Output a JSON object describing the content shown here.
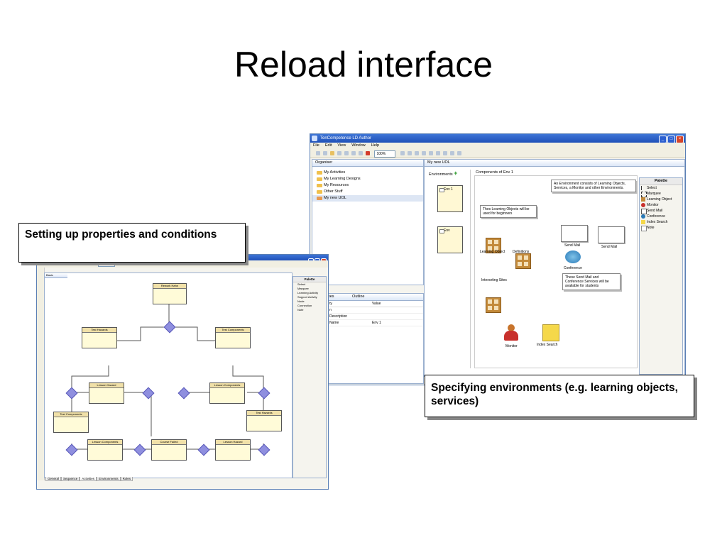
{
  "slide": {
    "title": "Reload interface"
  },
  "main_window": {
    "title": "TenCompetence LD Author",
    "menu": [
      "File",
      "Edit",
      "View",
      "Window",
      "Help"
    ],
    "zoom": "100%",
    "organiser": {
      "tab": "Organiser",
      "items": [
        "My Activities",
        "My Learning Designs",
        "My Resources",
        "Other Stuff",
        "My new UOL"
      ]
    },
    "properties": {
      "tab_properties": "perties",
      "tab_outline": "Outline",
      "col_property": "ty",
      "col_value": "Value",
      "rows": [
        {
          "property": "n",
          "value": ""
        },
        {
          "property": "Description",
          "value": ""
        },
        {
          "property": "Name",
          "value": "Env 1"
        }
      ]
    },
    "editor": {
      "tab": "My new UOL",
      "environments_label": "Environments",
      "env_boxes": [
        "Env 1",
        "Env"
      ],
      "components_title": "Components of Env 1",
      "note_env": "An Environment consists of Learning Objects, Services, a Monitor and other Environments.",
      "note_lo": "Thes Learning Objects will be used for beginners",
      "note_services": "These Send Mail and Conference Services will be available for students",
      "items": {
        "learning_object": "Learning Object",
        "definitions": "Definitions",
        "interesting_sites": "Interseting Sites",
        "send_mail_1": "Send Mail",
        "send_mail_2": "Send Mail",
        "conference": "Conference",
        "monitor": "Monitor",
        "index_search": "Index Search"
      }
    },
    "palette": {
      "title": "Palette",
      "items": [
        "Select",
        "Marquee",
        "Learning Object",
        "Monitor",
        "Send Mail",
        "Conference",
        "Index Search",
        "Note"
      ]
    }
  },
  "activity_window": {
    "zoom": "100%",
    "tab": "Basic",
    "palette": {
      "title": "Palette",
      "items": [
        "Select",
        "Marquee",
        "Learning Activity",
        "Support Activity",
        "Node",
        "Connection",
        "Note"
      ]
    },
    "nodes": {
      "top": "Rework Hahn",
      "left_hazards": "Test Hazards",
      "right_components": "Test Components",
      "lesson_hazard_left": "Lesson Hazard",
      "lesson_components_right": "Lesson Components",
      "test_components_left": "Test Components",
      "test_hazards_right": "Test Hazards",
      "lesson_components_bottom": "Lesson Components",
      "course_failed": "Course Failed",
      "lesson_hazard_bottom": "Lesson Hazard"
    },
    "bottom_tabs": [
      "General",
      "Sequence",
      "Activities",
      "Environments",
      "Roles"
    ]
  },
  "callouts": {
    "properties": "Setting up properties and conditions",
    "environments": "Specifying environments (e.g. learning objects, services)"
  },
  "colors": {
    "titlebar": "#2f62c9",
    "diamond": "#8f8fdf",
    "node_fill": "#fffbd8",
    "env_fill": "#fff8d4"
  }
}
